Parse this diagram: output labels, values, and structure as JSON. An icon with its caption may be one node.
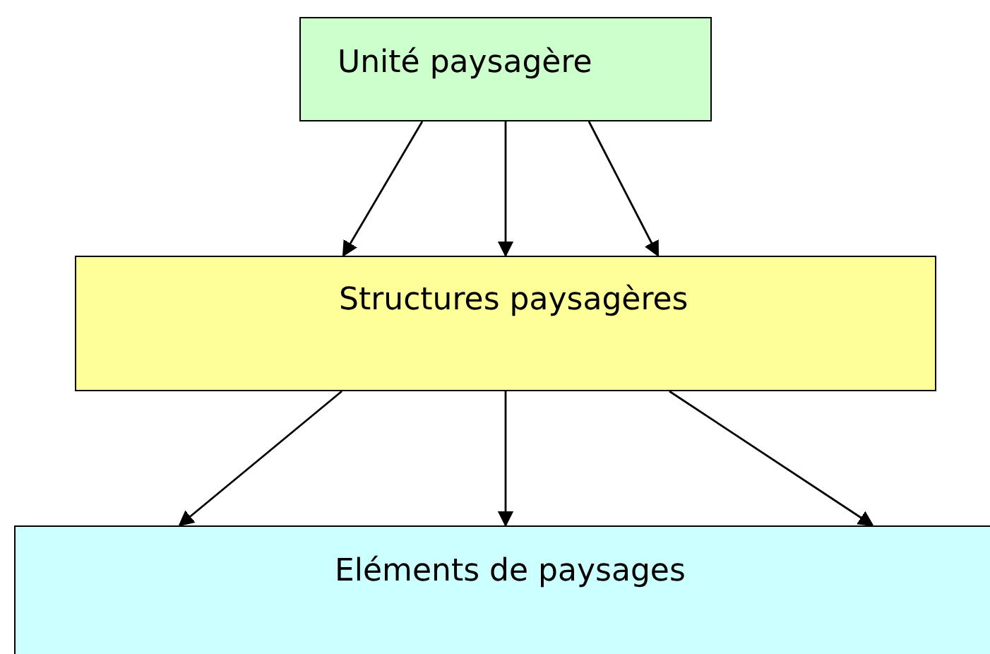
{
  "diagram": {
    "nodes": [
      {
        "text": [
          "Unité paysagère"
        ]
      },
      {
        "text": [
          "Structures paysagères"
        ]
      },
      {
        "text": [
          "Eléments de paysages"
        ]
      }
    ],
    "edges": [
      {
        "from": 0,
        "to": 1,
        "arrow": "to"
      },
      {
        "from": 0,
        "to": 1,
        "arrow": "to"
      },
      {
        "from": 0,
        "to": 1,
        "arrow": "to"
      },
      {
        "from": 1,
        "to": 2,
        "arrow": "to"
      },
      {
        "from": 1,
        "to": 2,
        "arrow": "to"
      },
      {
        "from": 1,
        "to": 2,
        "arrow": "to"
      }
    ]
  }
}
